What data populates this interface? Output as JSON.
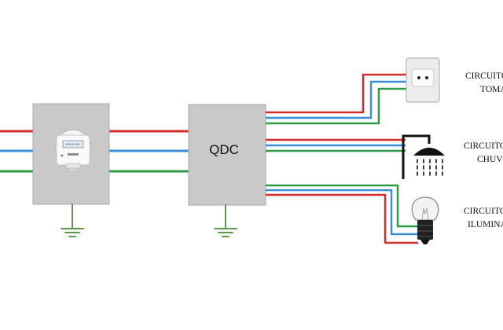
{
  "diagram": {
    "qdc_label": "QDC",
    "circuits": [
      {
        "line1": "CIRCUITO",
        "line2": "TOMADA",
        "device": "outlet-icon"
      },
      {
        "line1": "CIRCUITO",
        "line2": "CHUVEIRO",
        "device": "shower-icon"
      },
      {
        "line1": "CIRCUITO",
        "line2": "ILUMINAÇÃO",
        "device": "light-bulb-icon"
      }
    ]
  },
  "colors": {
    "phase_wire": "#d62b2b",
    "neutral_wire": "#3a8fd8",
    "ground_wire": "#2f9a45",
    "box_fill": "#c9c9c9",
    "ground_symbol": "#5a9a4a"
  },
  "icons": [
    "energy-meter-icon",
    "ground-icon",
    "outlet-icon",
    "shower-icon",
    "light-bulb-icon"
  ]
}
